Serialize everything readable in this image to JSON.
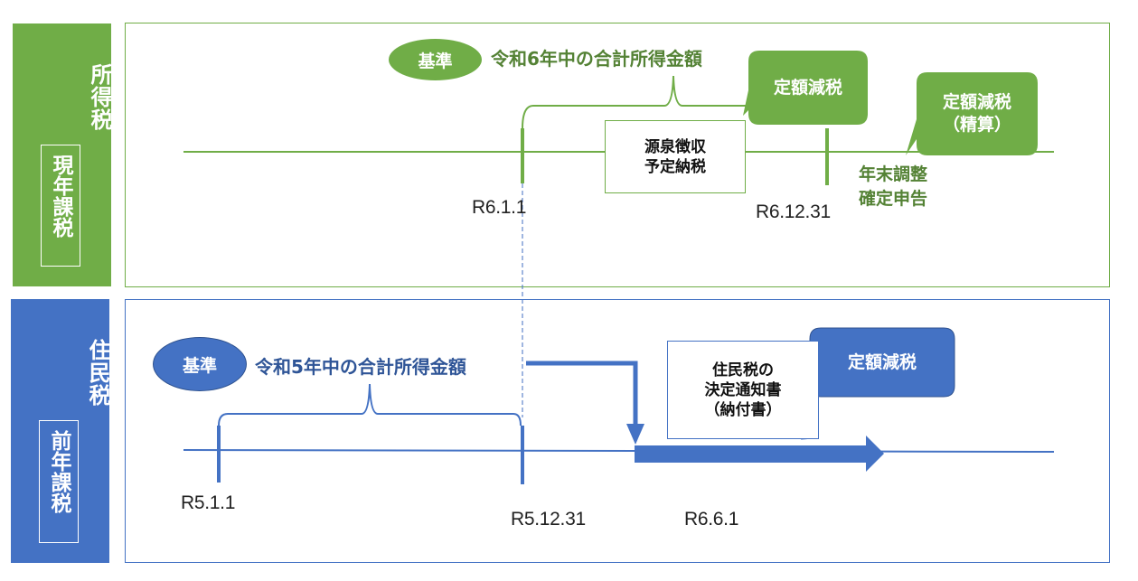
{
  "colors": {
    "green": "#70ad47",
    "green_text": "#548235",
    "blue": "#4472c4",
    "blue_text": "#2f5597"
  },
  "income_tax": {
    "side_label": "所得税",
    "side_sub_label": "現年課税",
    "basis_badge": "基準",
    "basis_title": "令和6年中の合計所得金額",
    "note_withholding": [
      "源泉徴収",
      "予定納税"
    ],
    "bubble_flat_reduction": "定額減税",
    "bubble_settlement": [
      "定額減税",
      "（精算）"
    ],
    "label_year_end": [
      "年末調整",
      "確定申告"
    ],
    "dates": {
      "start": "R6.1.1",
      "end": "R6.12.31"
    }
  },
  "resident_tax": {
    "side_label": "住民税",
    "side_sub_label": "前年課税",
    "basis_badge": "基準",
    "basis_title": "令和5年中の合計所得金額",
    "note_notice": [
      "住民税の",
      "決定通知書",
      "（納付書）"
    ],
    "bubble_flat_reduction": "定額減税",
    "dates": {
      "start": "R5.1.1",
      "end": "R5.12.31",
      "payment_start": "R6.6.1"
    }
  }
}
